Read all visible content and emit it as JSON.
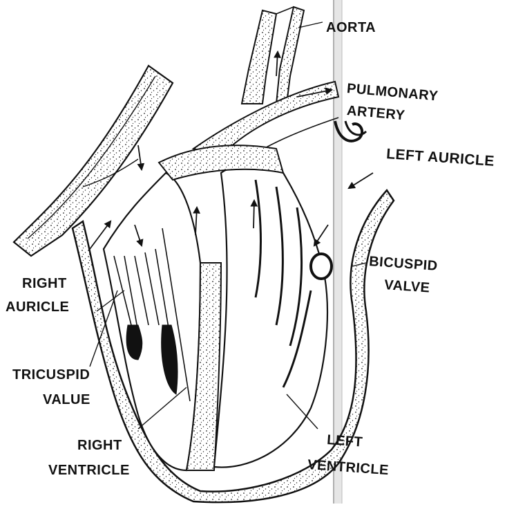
{
  "labels": {
    "aorta": "AORTA",
    "pulmonary_artery_line1": "PULMONARY",
    "pulmonary_artery_line2": "ARTERY",
    "left_auricle": "LEFT AURICLE",
    "bicuspid_line1": "BICUSPID",
    "bicuspid_line2": "VALVE",
    "right_auricle_line1": "RIGHT",
    "right_auricle_line2": "AURICLE",
    "tricuspid_line1": "TRICUSPID",
    "tricuspid_line2": "VALUE",
    "right_ventricle_line1": "RIGHT",
    "right_ventricle_line2": "VENTRICLE",
    "left_ventricle_line1": "LEFT",
    "left_ventricle_line2": "VENTRICLE"
  }
}
